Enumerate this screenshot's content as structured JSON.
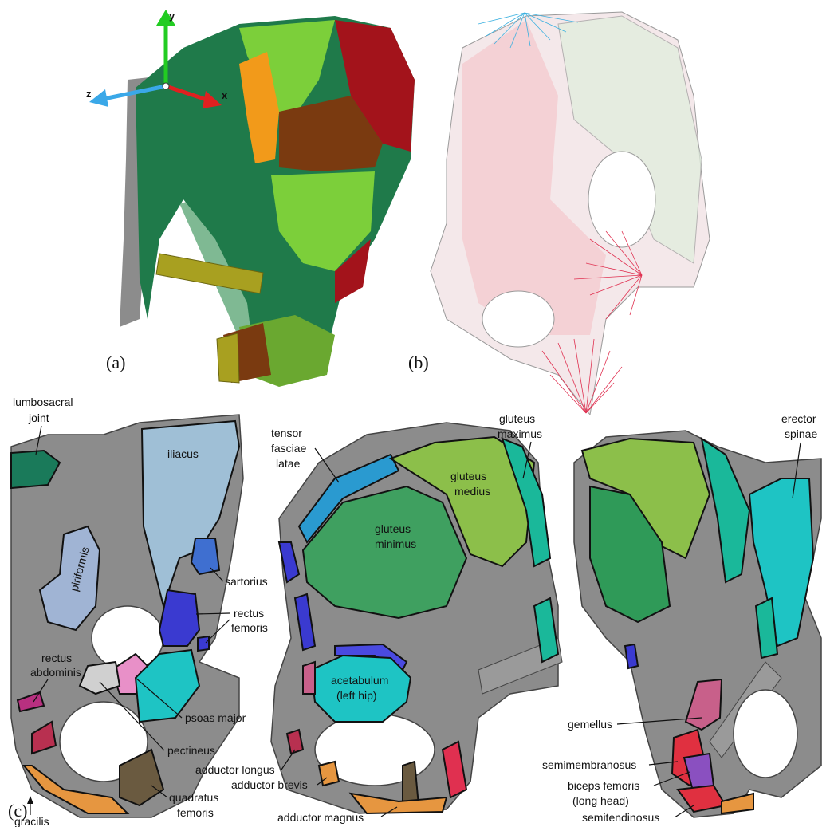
{
  "panels": {
    "a": "(a)",
    "b": "(b)",
    "c": "(c)"
  },
  "axes": {
    "x": "x",
    "y": "y",
    "z": "z"
  },
  "labels": {
    "lumbosacral_1": "lumbosacral",
    "lumbosacral_2": "joint",
    "iliacus": "iliacus",
    "piriformis": "piriformis",
    "sartorius": "sartorius",
    "rectus_femoris_1": "rectus",
    "rectus_femoris_2": "femoris",
    "rectus_abdominis_1": "rectus",
    "rectus_abdominis_2": "abdominis",
    "psoas_major": "psoas major",
    "pectineus": "pectineus",
    "quadratus_femoris_1": "quadratus",
    "quadratus_femoris_2": "femoris",
    "gracilis": "gracilis",
    "tensor_1": "tensor",
    "tensor_2": "fasciae",
    "tensor_3": "latae",
    "gluteus_maximus_1": "gluteus",
    "gluteus_maximus_2": "maximus",
    "gluteus_medius_1": "gluteus",
    "gluteus_medius_2": "medius",
    "gluteus_minimus_1": "gluteus",
    "gluteus_minimus_2": "minimus",
    "acetabulum_1": "acetabulum",
    "acetabulum_2": "(left hip)",
    "adductor_longus": "adductor longus",
    "adductor_brevis": "adductor brevis",
    "adductor_magnus": "adductor magnus",
    "erector_1": "erector",
    "erector_2": "spinae",
    "gemellus": "gemellus",
    "semimembranosus": "semimembranosus",
    "biceps_1": "biceps femoris",
    "biceps_2": "(long head)",
    "semitendinosus": "semitendinosus"
  },
  "colors": {
    "bone_gray": "#8c8c8c",
    "dark_green": "#1f7a4a",
    "light_green": "#7ccf3a",
    "dark_red": "#a3131b",
    "brown": "#7a3a10",
    "orange": "#f29a1a",
    "iliacus_blue": "#9fbfd6",
    "teal": "#1ec4c4",
    "sartorius_blue": "#3f6fd0",
    "rectus_blue": "#3a3ad0",
    "pink": "#e890c8",
    "adductor_red": "#b83050",
    "adductor_orange": "#e69640",
    "quadratus_brown": "#6a5a40",
    "gluteal_green": "#8cbf4a",
    "minimus_green": "#3fa060",
    "tensor_blue": "#2a9ad0",
    "hamstring_red": "#e03040",
    "biceps_purple": "#8a50c0",
    "gemellus_pink": "#c8608a",
    "pink_mesh": "#f4c8cc",
    "blue_spokes": "#3ab0e0",
    "red_spokes": "#e03050"
  }
}
